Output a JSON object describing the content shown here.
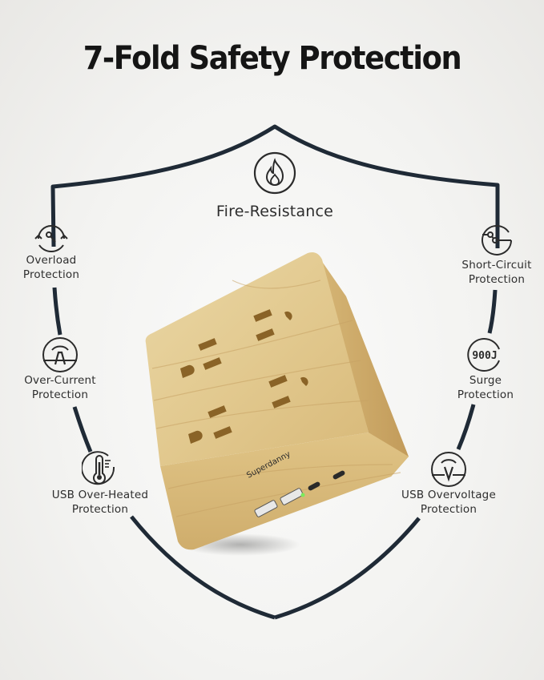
{
  "title": "7-Fold Safety Protection",
  "colors": {
    "shield_line": "#1f2a36",
    "icon_stroke": "#2b2b2b",
    "wood_light": "#e6cf98",
    "wood_dark": "#c9a461",
    "led": "#7bea5c"
  },
  "features": [
    {
      "id": "fire",
      "icon": "flame-icon",
      "label": "Fire-Resistance"
    },
    {
      "id": "overload",
      "icon": "gauge-icon",
      "line1": "Overload",
      "line2": "Protection"
    },
    {
      "id": "short-circuit",
      "icon": "circuit-switch-icon",
      "line1": "Short-Circuit",
      "line2": "Protection"
    },
    {
      "id": "over-current",
      "icon": "ampere-icon",
      "line1": "Over-Current",
      "line2": "Protection"
    },
    {
      "id": "surge",
      "icon": "surge-900j-icon",
      "icon_text": "900J",
      "line1": "Surge",
      "line2": "Protection"
    },
    {
      "id": "usb-over-heated",
      "icon": "thermometer-icon",
      "line1": "USB Over-Heated",
      "line2": "Protection"
    },
    {
      "id": "usb-overvoltage",
      "icon": "voltage-icon",
      "line1": "USB Overvoltage",
      "line2": "Protection"
    }
  ],
  "product": {
    "brand": "Superdanny",
    "ac_outlets": 4,
    "usb_a_ports": 2,
    "usb_c_ports": 2
  }
}
